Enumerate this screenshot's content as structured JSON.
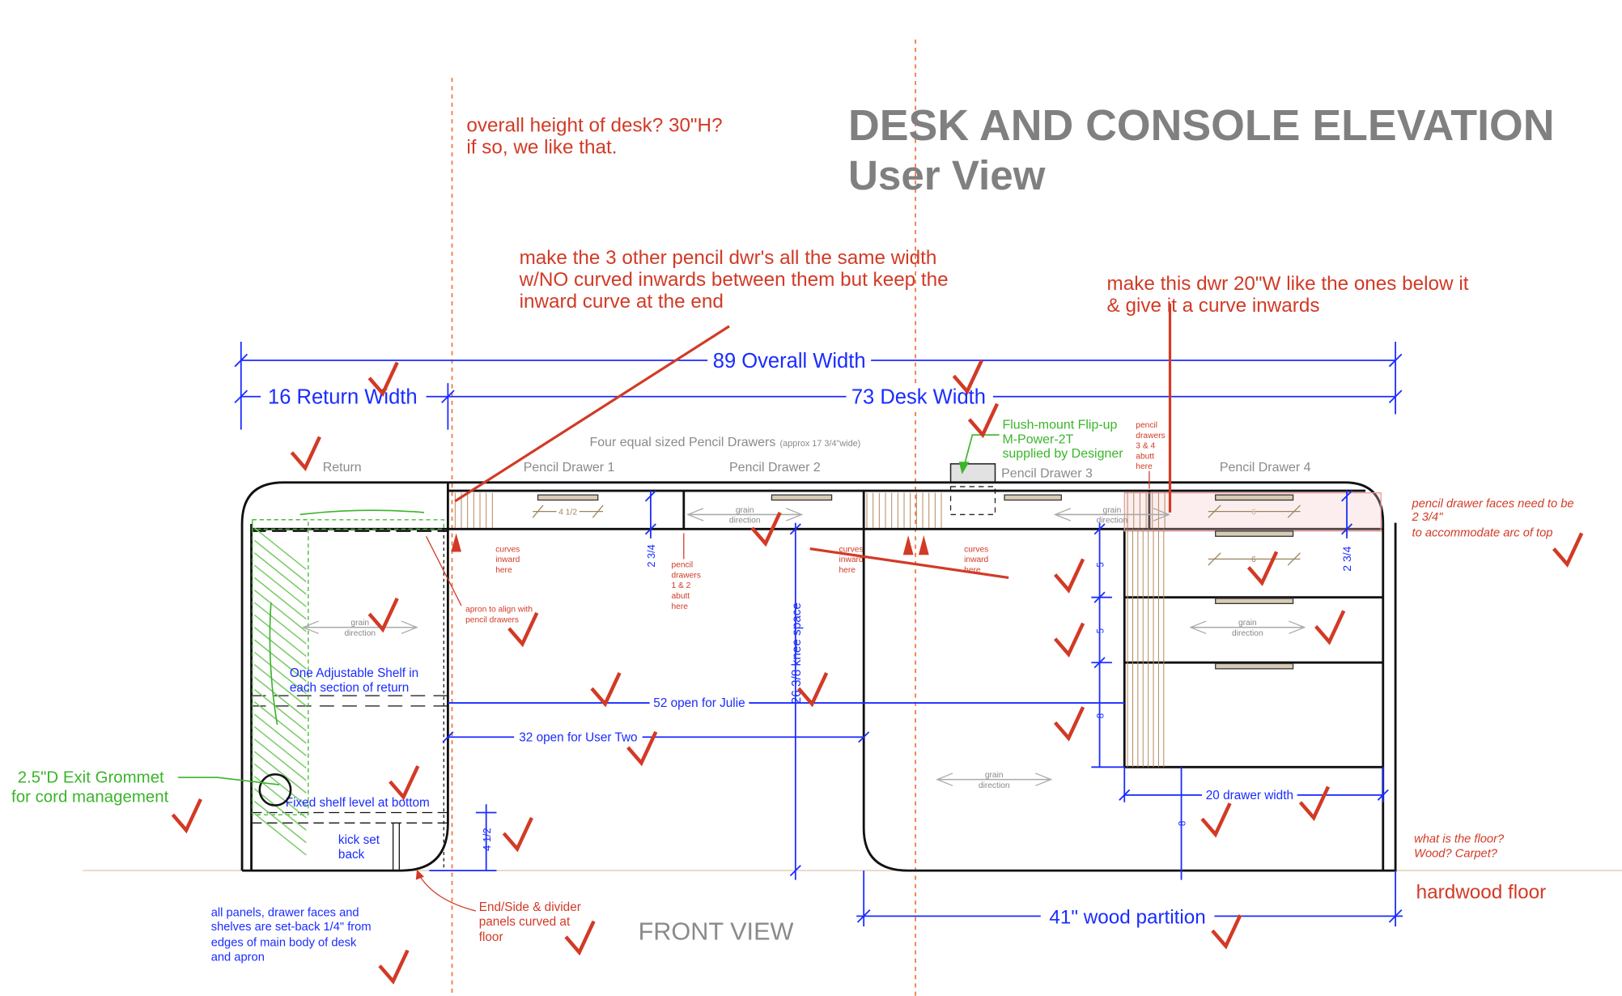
{
  "title": {
    "line1": "DESK AND CONSOLE ELEVATION",
    "line2": "User View"
  },
  "view_label": "FRONT VIEW",
  "notes_red": {
    "height": [
      "overall height of desk? 30\"H?",
      "if so, we like that."
    ],
    "pencil_same": [
      "make the 3 other pencil dwr's all the same width",
      "w/NO curved inwards between them but keep the",
      "inward curve at the end"
    ],
    "dwr20": [
      "make this dwr 20\"W like the ones below it",
      "& give it a curve inwards"
    ],
    "faces": [
      "pencil drawer faces need to be",
      "2 3/4\"",
      "to accommodate arc of top"
    ],
    "floor_question": [
      "what is the floor?",
      "Wood? Carpet?"
    ],
    "floor": "hardwood floor",
    "end_side": [
      "End/Side & divider",
      "panels curved at",
      "floor"
    ],
    "curves": [
      "curves",
      "inward",
      "here"
    ],
    "apron": [
      "apron to align with",
      "pencil drawers"
    ],
    "abutt12": [
      "pencil",
      "drawers",
      "1 & 2",
      "abutt",
      "here"
    ],
    "abutt34": [
      "pencil",
      "drawers",
      "3 & 4",
      "abutt",
      "here"
    ]
  },
  "dims": {
    "overall": "89 Overall Width",
    "return_width": "16 Return Width",
    "desk_width": "73 Desk Width",
    "face_height": "2 3/4",
    "pull_width": "4 1/2",
    "pull_width_right": "6",
    "drawer_5": "5",
    "drawer_8": "8",
    "knee": "26 3/8 knee space",
    "open_julie": "52 open for Julie",
    "open_user_two": "32 open for User Two",
    "drawer_width": "20 drawer width",
    "partition": "41\" wood partition",
    "kick": "4 1/2"
  },
  "labels": {
    "pencil_heading": "Four equal sized Pencil Drawers",
    "pencil_approx": "(approx 17 3/4\"wide)",
    "return": "Return",
    "drawer1": "Pencil Drawer 1",
    "drawer2": "Pencil Drawer 2",
    "drawer3": "Pencil Drawer 3",
    "drawer4": "Pencil Drawer 4",
    "grain": [
      "grain",
      "direction"
    ]
  },
  "notes_blue": {
    "shelf": [
      "One Adjustable Shelf in",
      "each section of return"
    ],
    "fixed_shelf": "Fixed shelf level at bottom",
    "kick": [
      "kick set",
      "back"
    ],
    "setback": [
      "all panels, drawer faces and",
      "shelves are set-back 1/4\" from",
      "edges of main body of desk",
      "and apron"
    ]
  },
  "notes_green": {
    "grommet": [
      "2.5\"D  Exit Grommet",
      "for cord management"
    ],
    "flipup": [
      "Flush-mount Flip-up",
      "M-Power-2T",
      "supplied by Designer"
    ]
  },
  "colors": {
    "dimension": "#1a2cff",
    "markup": "#d23a26",
    "green": "#3ab52a",
    "label": "#8a8a8a"
  }
}
